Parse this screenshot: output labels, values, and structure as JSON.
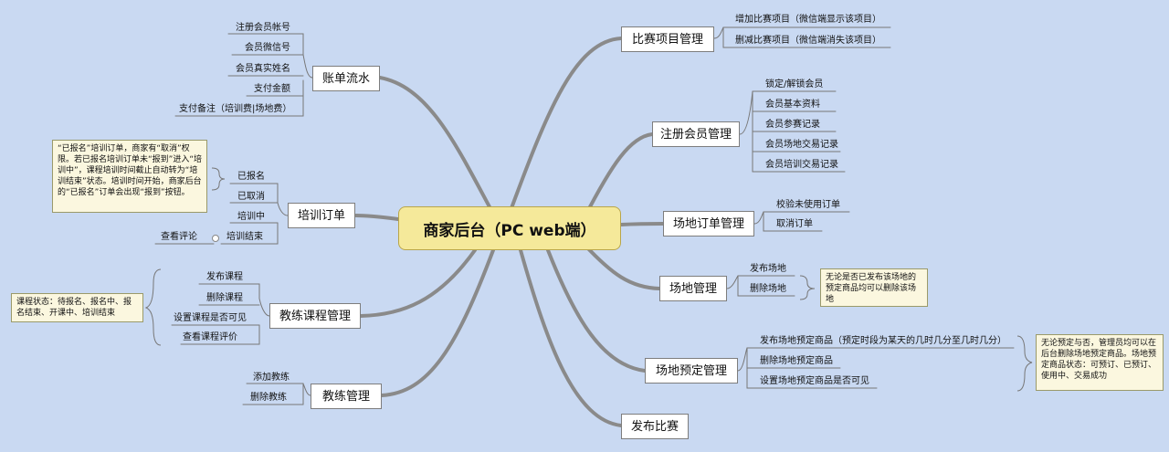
{
  "center": {
    "label": "商家后台（PC web端）"
  },
  "left": {
    "ledger": {
      "label": "账单流水",
      "items": [
        "注册会员帐号",
        "会员微信号",
        "会员真实姓名",
        "支付金额",
        "支付备注（培训费|场地费）"
      ]
    },
    "training_orders": {
      "label": "培训订单",
      "items": [
        "已报名",
        "已取消",
        "培训中",
        "培训结束"
      ],
      "sub_item": "查看评论",
      "note": "“已报名”培训订单，商家有“取消”权限。若已报名培训订单未“报到”进入“培训中”，课程培训时间截止自动转为“培训结束”状态。培训时间开始，商家后台的“已报名”订单会出现“报到”按钮。"
    },
    "coach_courses": {
      "label": "教练课程管理",
      "items": [
        "发布课程",
        "删除课程",
        "设置课程是否可见",
        "查看课程评价"
      ],
      "note": "课程状态：待报名、报名中、报名结束、开课中、培训结束"
    },
    "coaches": {
      "label": "教练管理",
      "items": [
        "添加教练",
        "删除教练"
      ]
    }
  },
  "right": {
    "competition_items": {
      "label": "比赛项目管理",
      "items": [
        "增加比赛项目（微信端显示该项目）",
        "删减比赛项目（微信端消失该项目）"
      ]
    },
    "members": {
      "label": "注册会员管理",
      "items": [
        "锁定/解锁会员",
        "会员基本资料",
        "会员参赛记录",
        "会员场地交易记录",
        "会员培训交易记录"
      ]
    },
    "venue_orders": {
      "label": "场地订单管理",
      "items": [
        "校验未使用订单",
        "取消订单"
      ]
    },
    "venues": {
      "label": "场地管理",
      "items": [
        "发布场地",
        "删除场地"
      ],
      "note": "无论是否已发布该场地的预定商品均可以删除该场地"
    },
    "venue_booking": {
      "label": "场地预定管理",
      "items": [
        "发布场地预定商品（预定时段为某天的几时几分至几时几分）",
        "删除场地预定商品",
        "设置场地预定商品是否可见"
      ],
      "note": "无论预定与否，管理员均可以在后台删除场地预定商品。场地预定商品状态：可预订、已预订、使用中、交易成功"
    },
    "publish_competition": {
      "label": "发布比赛"
    }
  },
  "colors": {
    "background": "#c9d9f2",
    "center_fill": "#f5e99a",
    "branch": "#8a8a8a",
    "note_fill": "#fbf7df"
  }
}
